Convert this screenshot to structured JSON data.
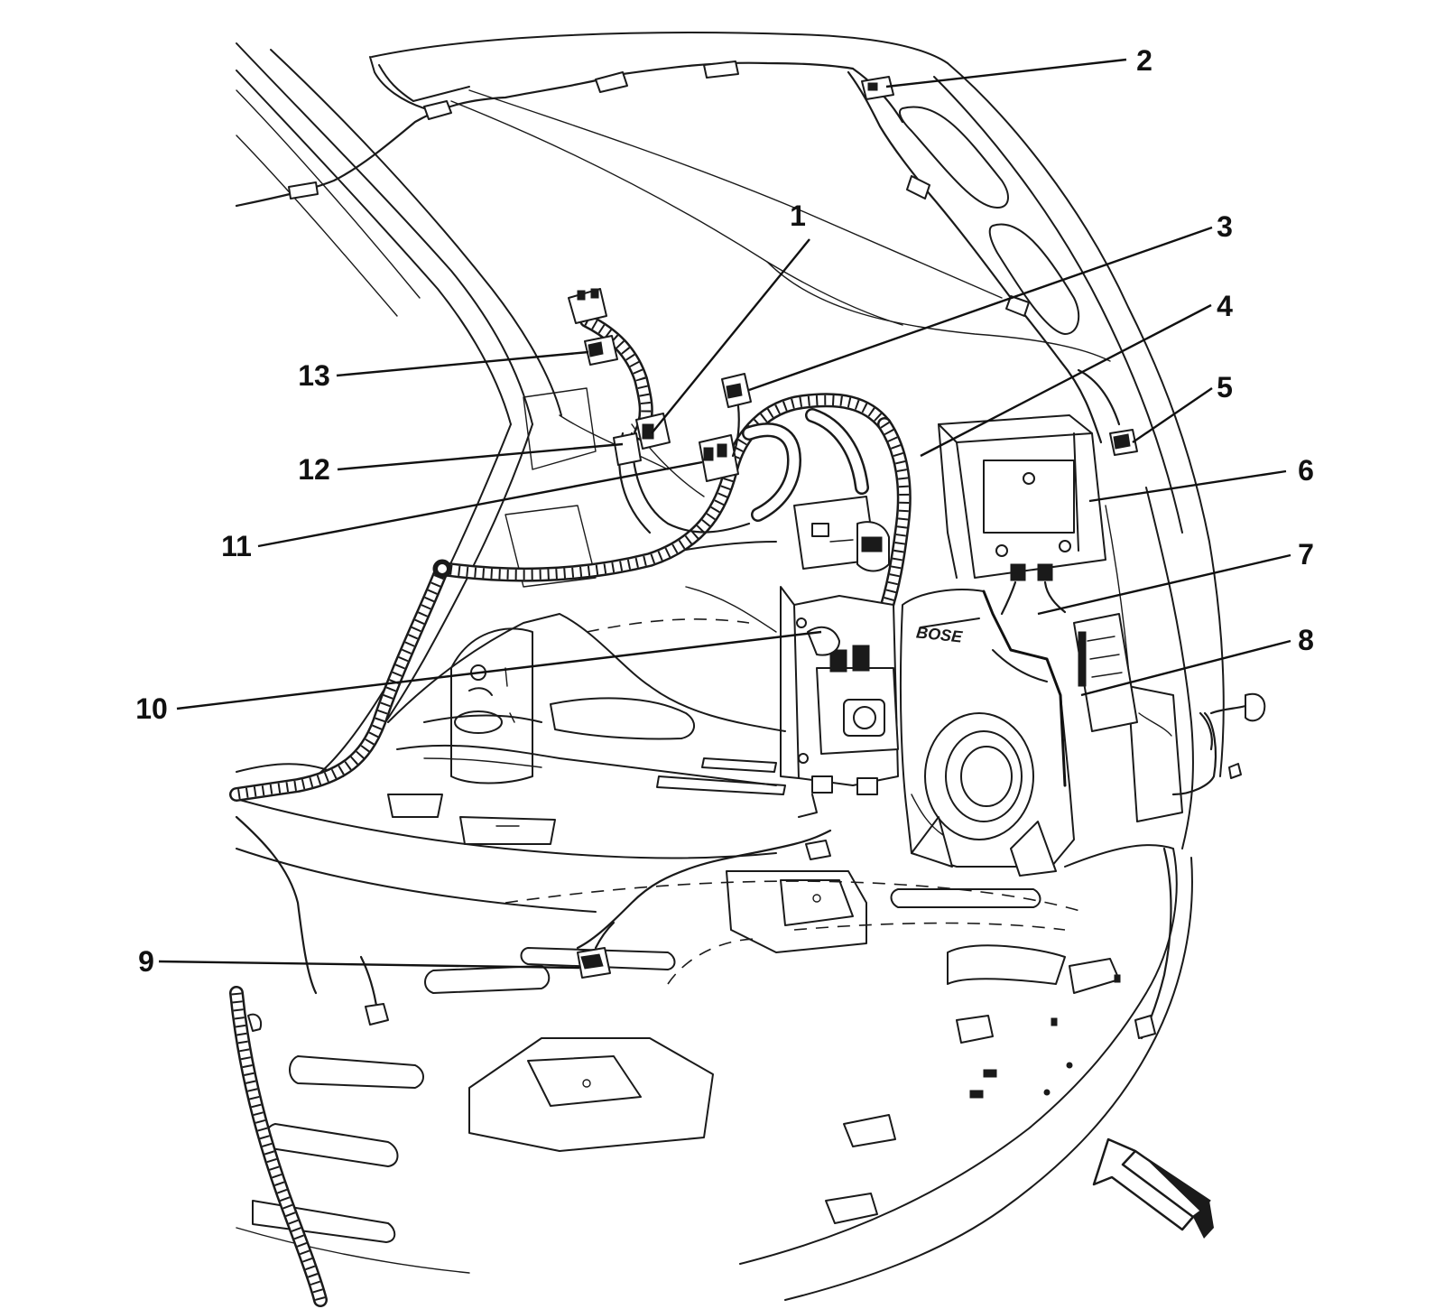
{
  "figure": {
    "callouts": [
      {
        "number": "1"
      },
      {
        "number": "2"
      },
      {
        "number": "3"
      },
      {
        "number": "4"
      },
      {
        "number": "5"
      },
      {
        "number": "6"
      },
      {
        "number": "7"
      },
      {
        "number": "8"
      },
      {
        "number": "9"
      },
      {
        "number": "10"
      },
      {
        "number": "11"
      },
      {
        "number": "12"
      },
      {
        "number": "13"
      }
    ],
    "speaker_logo": "BOSE"
  },
  "colors": {
    "line": "#1a1a1a",
    "background": "#ffffff"
  }
}
